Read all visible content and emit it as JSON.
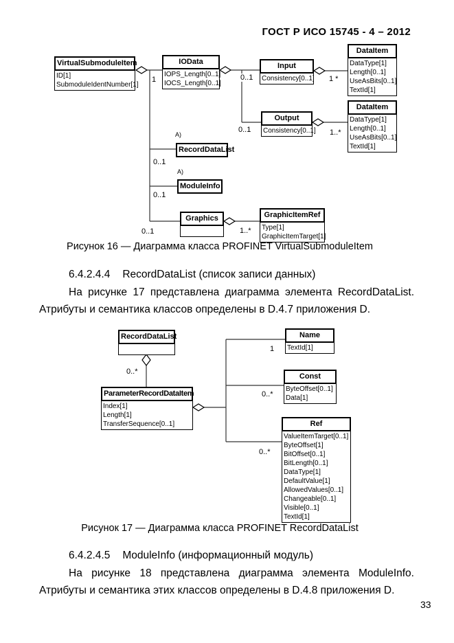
{
  "header": {
    "standard_ref": "ГОСТ Р ИСО 15745 - 4 – 2012"
  },
  "page_number": "33",
  "figure16": {
    "caption": "Рисунок 16 — Диаграмма класса PROFINET VirtualSubmoduleItem",
    "note_marker": "A)",
    "classes": {
      "virtual_submodule_item": {
        "title": "VirtualSubmoduleItem",
        "attrs": [
          "ID[1]",
          "SubmoduleIdentNumber[1]"
        ]
      },
      "io_data": {
        "title": "IOData",
        "attrs": [
          "IOPS_Length[0..1]",
          "IOCS_Length[0..1]"
        ]
      },
      "input": {
        "title": "Input",
        "attrs": [
          "Consistency[0..1]"
        ]
      },
      "data_item_input": {
        "title": "DataItem",
        "attrs": [
          "DataType[1]",
          "Length[0..1]",
          "UseAsBits[0..1]",
          "TextId[1]"
        ]
      },
      "output": {
        "title": "Output",
        "attrs": [
          "Consistency[0..1]"
        ]
      },
      "data_item_output": {
        "title": "DataItem",
        "attrs": [
          "DataType[1]",
          "Length[0..1]",
          "UseAsBits[0..1]",
          "TextId[1]"
        ]
      },
      "record_data_list": {
        "title": "RecordDataList"
      },
      "module_info": {
        "title": "ModuleInfo"
      },
      "graphics": {
        "title": "Graphics"
      },
      "graphic_item_ref": {
        "title": "GraphicItemRef",
        "attrs": [
          "Type[1]",
          "GraphicItemTarget[1]"
        ]
      }
    },
    "multiplicities": {
      "vsi_iodata": "1",
      "iodata_input": "0..1",
      "input_dataitem": "1 *",
      "iodata_output": "0..1",
      "output_dataitem": "1..*",
      "vsi_recorddatalist": "0..1",
      "vsi_moduleinfo": "0..1",
      "vsi_graphics": "0..1",
      "graphics_graphicitemref": "1..*"
    }
  },
  "section_6_4_2_4_4": {
    "number": "6.4.2.4.4",
    "title": "RecordDataList (список записи данных)"
  },
  "paragraph_fig17_line1": "На рисунке 17 представлена диаграмма элемента RecordDataList.",
  "paragraph_fig17_line2": "Атрибуты и семантика классов определены в D.4.7 приложения D.",
  "figure17": {
    "caption": "Рисунок 17 — Диаграмма класса PROFINET RecordDataList",
    "classes": {
      "record_data_list": {
        "title": "RecordDataList"
      },
      "parameter_record_data_item": {
        "title": "ParameterRecordDataItem",
        "attrs": [
          "Index[1]",
          "Length[1]",
          "TransferSequence[0..1]"
        ]
      },
      "name": {
        "title": "Name",
        "attrs": [
          "TextId[1]"
        ]
      },
      "const": {
        "title": "Const",
        "attrs": [
          "ByteOffset[0..1]",
          "Data[1]"
        ]
      },
      "ref": {
        "title": "Ref",
        "attrs": [
          "ValueItemTarget[0..1]",
          "ByteOffset[1]",
          "BitOffset[0..1]",
          "BitLength[0..1]",
          "DataType[1]",
          "DefaultValue[1]",
          "AllowedValues[0..1]",
          "Changeable[0..1]",
          "Visible[0..1]",
          "TextId[1]"
        ]
      }
    },
    "multiplicities": {
      "rdl_parameteritem": "0..*",
      "item_name": "1",
      "item_const": "0..*",
      "item_ref": "0..*"
    }
  },
  "section_6_4_2_4_5": {
    "number": "6.4.2.4.5",
    "title": "ModuleInfo (информационный модуль)"
  },
  "paragraph_fig18_line1": "На рисунке 18 представлена диаграмма элемента ModuleInfo.",
  "paragraph_fig18_line2": "Атрибуты и семантика этих классов определены в D.4.8 приложения D."
}
